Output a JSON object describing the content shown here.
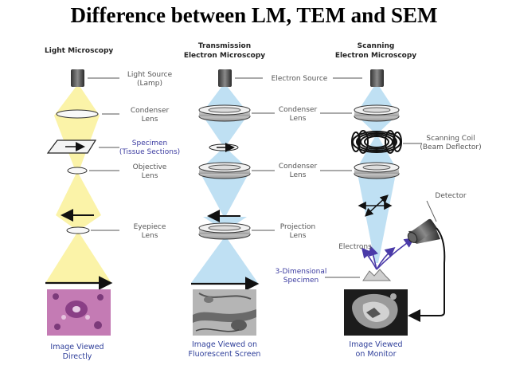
{
  "title": "Difference between LM, TEM and SEM",
  "columns": {
    "lm": {
      "heading": [
        "Light Microscopy"
      ],
      "caption": [
        "Image Viewed",
        "Directly"
      ]
    },
    "tem": {
      "heading": [
        "Transmission",
        "Electron Microscopy"
      ],
      "caption": [
        "Image Viewed on",
        "Fluorescent Screen"
      ]
    },
    "sem": {
      "heading": [
        "Scanning",
        "Electron Microscopy"
      ],
      "caption": [
        "Image Viewed",
        "on Monitor"
      ]
    }
  },
  "labels": {
    "light_source": [
      "Light Source",
      "(Lamp)"
    ],
    "electron_source": "Electron Source",
    "condenser_lm": [
      "Condenser",
      "Lens"
    ],
    "condenser_tem": [
      "Condenser",
      "Lens"
    ],
    "specimen": [
      "Specimen",
      "(Tissue Sections)"
    ],
    "objective": [
      "Objective",
      "Lens"
    ],
    "condenser_tem2": [
      "Condenser",
      "Lens"
    ],
    "scanning_coil": [
      "Scanning Coil",
      "(Beam Deflector)"
    ],
    "detector": "Detector",
    "eyepiece": [
      "Eyepiece",
      "Lens"
    ],
    "projection": [
      "Projection",
      "Lens"
    ],
    "electrons": "Electrons",
    "specimen_3d": [
      "3-Dimensional",
      "Specimen"
    ]
  },
  "colors": {
    "light_beam": "#fbf3a8",
    "electron_beam": "#bfe0f3",
    "label_text": "#555555",
    "accent_blue": "#3b3ba0",
    "caption_blue": "#2f3f9a",
    "lm_image": "#c47bb4",
    "em_image": "#8a8a8a"
  },
  "icons": [
    "lamp-icon",
    "electron-gun-icon",
    "lens-icon",
    "ring-lens-icon",
    "coil-icon",
    "detector-icon",
    "arrow-icon"
  ]
}
